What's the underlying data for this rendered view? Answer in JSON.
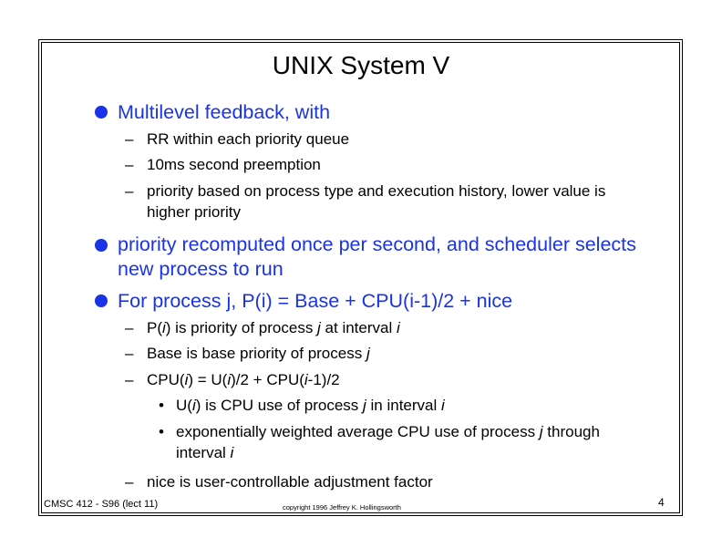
{
  "title": "UNIX System V",
  "bullets": [
    {
      "text": "Multilevel feedback, with",
      "subs": [
        "RR within each priority queue",
        "10ms second preemption",
        "priority based on process type and execution history, lower value is higher priority"
      ]
    },
    {
      "text": "priority recomputed once per second, and scheduler selects new process to run"
    },
    {
      "text": "For process j, P(i) = Base + CPU(i-1)/2 + nice",
      "subs": [
        "P(i) is priority of process j at interval i",
        "Base is base priority of process j",
        "CPU(i) = U(i)/2 + CPU(i-1)/2"
      ],
      "subsubs": [
        "U(i) is CPU use of process j in interval i",
        "exponentially weighted average CPU use of process j through interval i"
      ],
      "last_sub": "nice is user-controllable adjustment factor"
    }
  ],
  "footer": {
    "course": "CMSC 412 - S96  (lect 11)",
    "copyright": "copyright 1996 Jeffrey K. Hollingsworth",
    "page": "4"
  },
  "colors": {
    "accent": "#1a33e6"
  }
}
